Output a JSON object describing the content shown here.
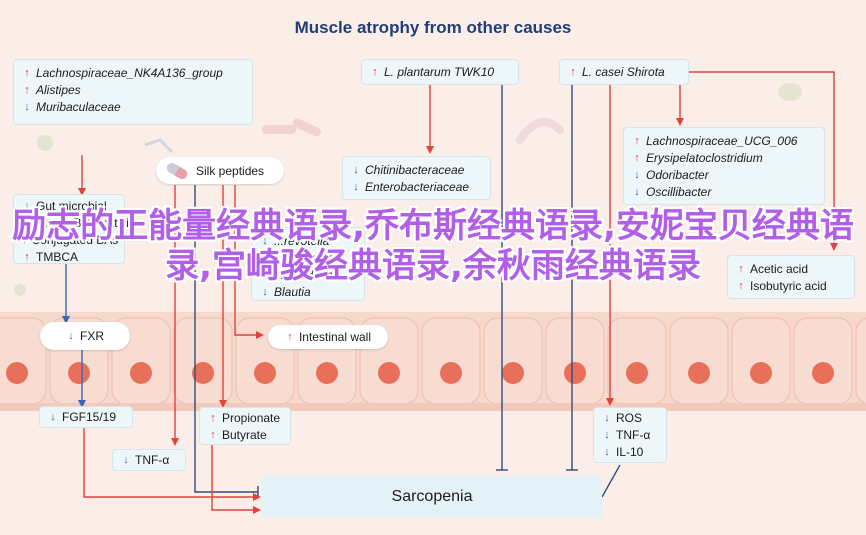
{
  "title": "Muscle atrophy from other causes",
  "boxes": {
    "lachno_group": [
      "Lachnospiraceae_NK4A136_group",
      "Alistipes",
      "Muribaculaceae"
    ],
    "plantarum": "L. plantarum TWK10",
    "casei": "L. casei Shirota",
    "chitini": [
      "Chitinibacteraceae",
      "Enterobacteriaceae"
    ],
    "ucg": [
      "Lachnospiraceae_UCG_006",
      "Erysipelatoclostridium",
      "Odoribacter",
      "Oscillibacter"
    ],
    "silk": "Silk peptides",
    "gut": [
      "Gut microbial",
      "...zyme BSH activity",
      "Conjugated BAs",
      "TMBCA"
    ],
    "mid": [
      "...revotella",
      "...acteroides",
      "...ostridium",
      "Blautia"
    ],
    "acids": [
      "Acetic acid",
      "Isobutyric acid"
    ],
    "fxr": "FXR",
    "fgf": "FGF15/19",
    "tnf_left": "TNF-α",
    "propionate": [
      "Propionate",
      "Butyrate"
    ],
    "ros": [
      "ROS",
      "TNF-α",
      "IL-10"
    ],
    "intestinal": "Intestinal wall",
    "sarcopenia": "Sarcopenia"
  },
  "overlay_text": "励志的正能量经典语录,乔布斯经典语录,安妮宝贝经典语录,宫崎骏经典语录,余秋雨经典语录",
  "colors": {
    "red": "#e0433e",
    "blue": "#3567b4",
    "navy": "#2e4f7e",
    "overlay": "#b15fe8"
  }
}
